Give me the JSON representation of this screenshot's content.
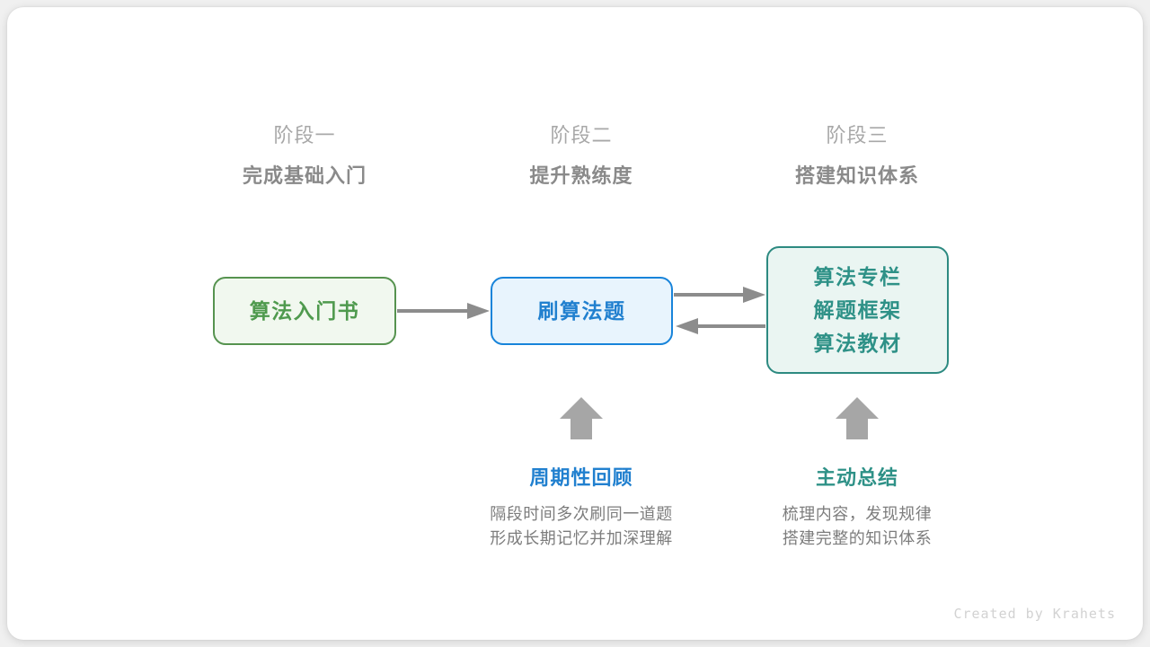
{
  "stages": [
    {
      "name": "阶段一",
      "title": "完成基础入门"
    },
    {
      "name": "阶段二",
      "title": "提升熟练度"
    },
    {
      "name": "阶段三",
      "title": "搭建知识体系"
    }
  ],
  "nodes": {
    "book": {
      "lines": [
        "算法入门书"
      ],
      "color": "#4f9a4e",
      "fill": "#f1f8ef",
      "border": "#56934f"
    },
    "practice": {
      "lines": [
        "刷算法题"
      ],
      "color": "#2180cf",
      "fill": "#e8f4fd",
      "border": "#1884da"
    },
    "resources": {
      "lines": [
        "算法专栏",
        "解题框架",
        "算法教材"
      ],
      "color": "#2e9187",
      "fill": "#eaf5f2",
      "border": "#2d8a81"
    }
  },
  "notes": [
    {
      "title": "周期性回顾",
      "body_line1": "隔段时间多次刷同一道题",
      "body_line2": "形成长期记忆并加深理解",
      "color": "#2180cf"
    },
    {
      "title": "主动总结",
      "body_line1": "梳理内容，发现规律",
      "body_line2": "搭建完整的知识体系",
      "color": "#2e9187"
    }
  ],
  "arrows": {
    "color": "#8c8c8c",
    "book_to_practice": "arrow-right",
    "practice_to_resources": "arrow-right",
    "resources_to_practice": "arrow-left",
    "up_to_practice": "arrow-up",
    "up_to_resources": "arrow-up"
  },
  "watermark": "Created by Krahets"
}
